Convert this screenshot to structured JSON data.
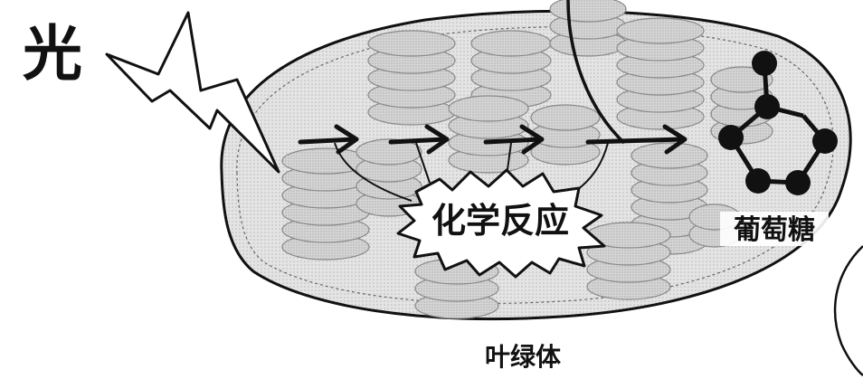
{
  "labels": {
    "light": "光",
    "reaction": "化学反应",
    "glucose": "葡萄糖",
    "chloroplast": "叶绿体"
  },
  "colors": {
    "ink": "#111111",
    "granum_fill": "#d2d2d2",
    "stroma_fill": "#ececec",
    "background": "#ffffff"
  },
  "icons": {
    "light": "lightning-bolt-icon",
    "molecule": "hexagon-molecule-icon"
  }
}
